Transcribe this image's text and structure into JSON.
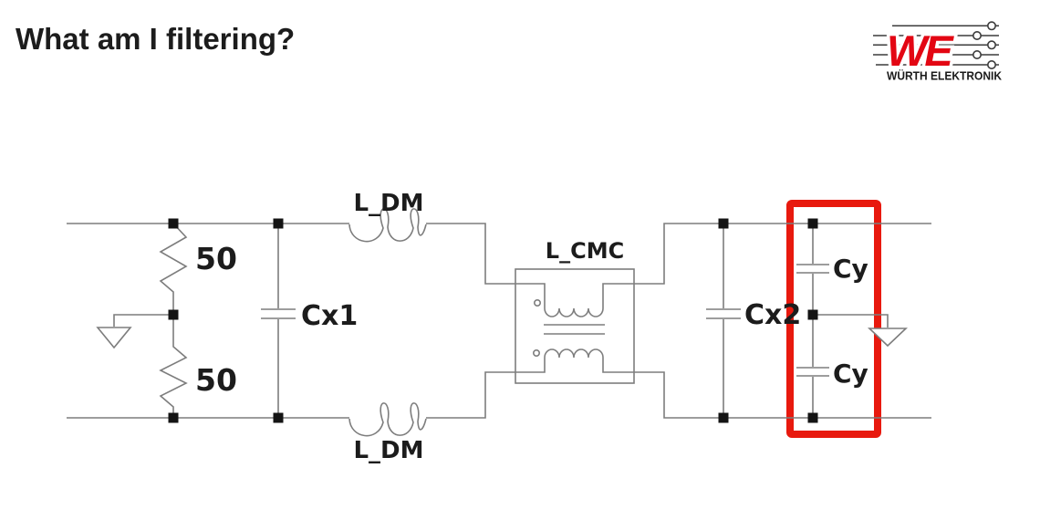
{
  "title": "What am I filtering?",
  "logo": {
    "monogram": "WE",
    "company": "WÜRTH ELEKTRONIK",
    "brand_red": "#e30613"
  },
  "colors": {
    "background": "#ffffff",
    "wire": "#7d7d7d",
    "node": "#141414",
    "label_text": "#1c1c1c",
    "highlight_box_red": "#e8190e"
  },
  "schematic": {
    "source_resistor_top": "50",
    "source_resistor_bottom": "50",
    "cap_cx1": "Cx1",
    "cap_cx2": "Cx2",
    "cap_cy_top": "Cy",
    "cap_cy_bottom": "Cy",
    "inductor_dm_top": "L_DM",
    "inductor_dm_bottom": "L_DM",
    "common_mode_choke": "L_CMC"
  }
}
